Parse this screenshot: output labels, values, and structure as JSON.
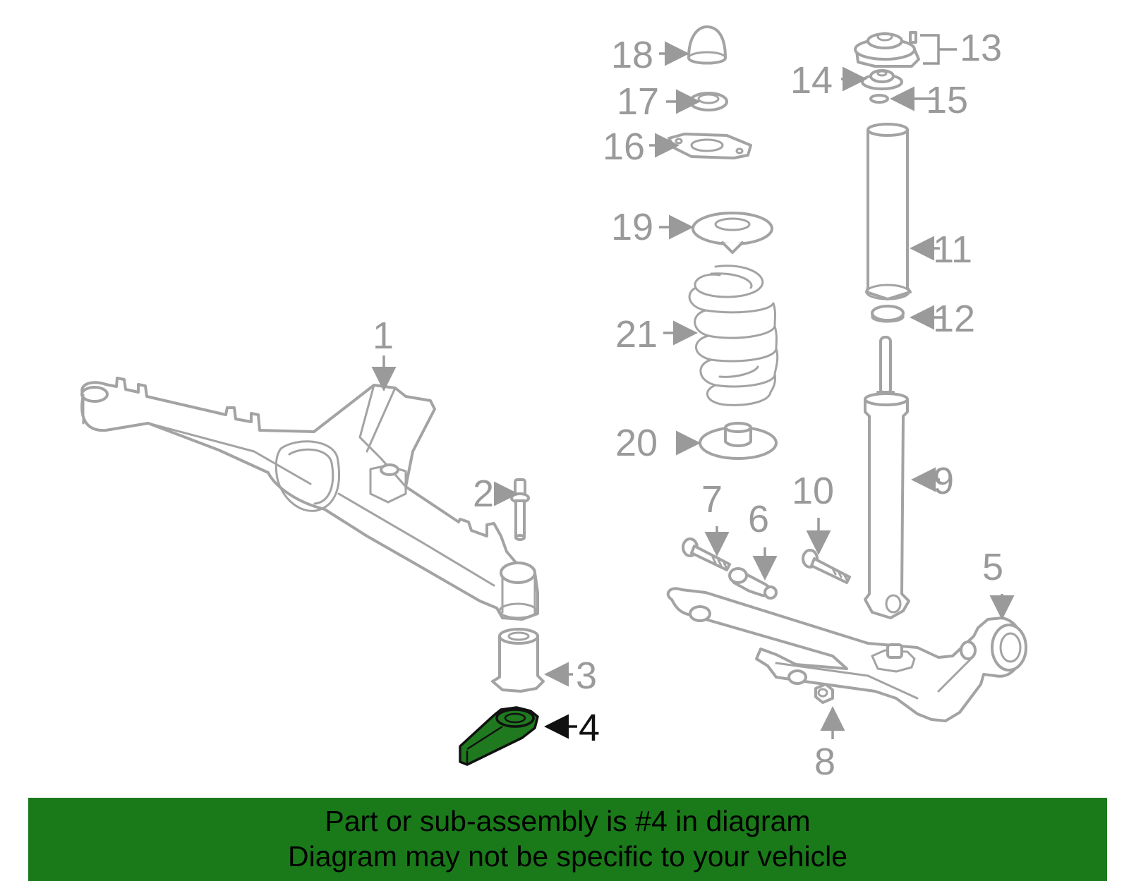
{
  "diagram": {
    "highlight_color": "#1a7a1a",
    "callouts": [
      "1",
      "2",
      "3",
      "4",
      "5",
      "6",
      "7",
      "8",
      "9",
      "10",
      "11",
      "12",
      "13",
      "14",
      "15",
      "16",
      "17",
      "18",
      "19",
      "20",
      "21"
    ],
    "highlighted_callout": "4"
  },
  "banner": {
    "line1": "Part or sub-assembly is #4 in diagram",
    "line2": "Diagram may not be specific to your vehicle"
  }
}
